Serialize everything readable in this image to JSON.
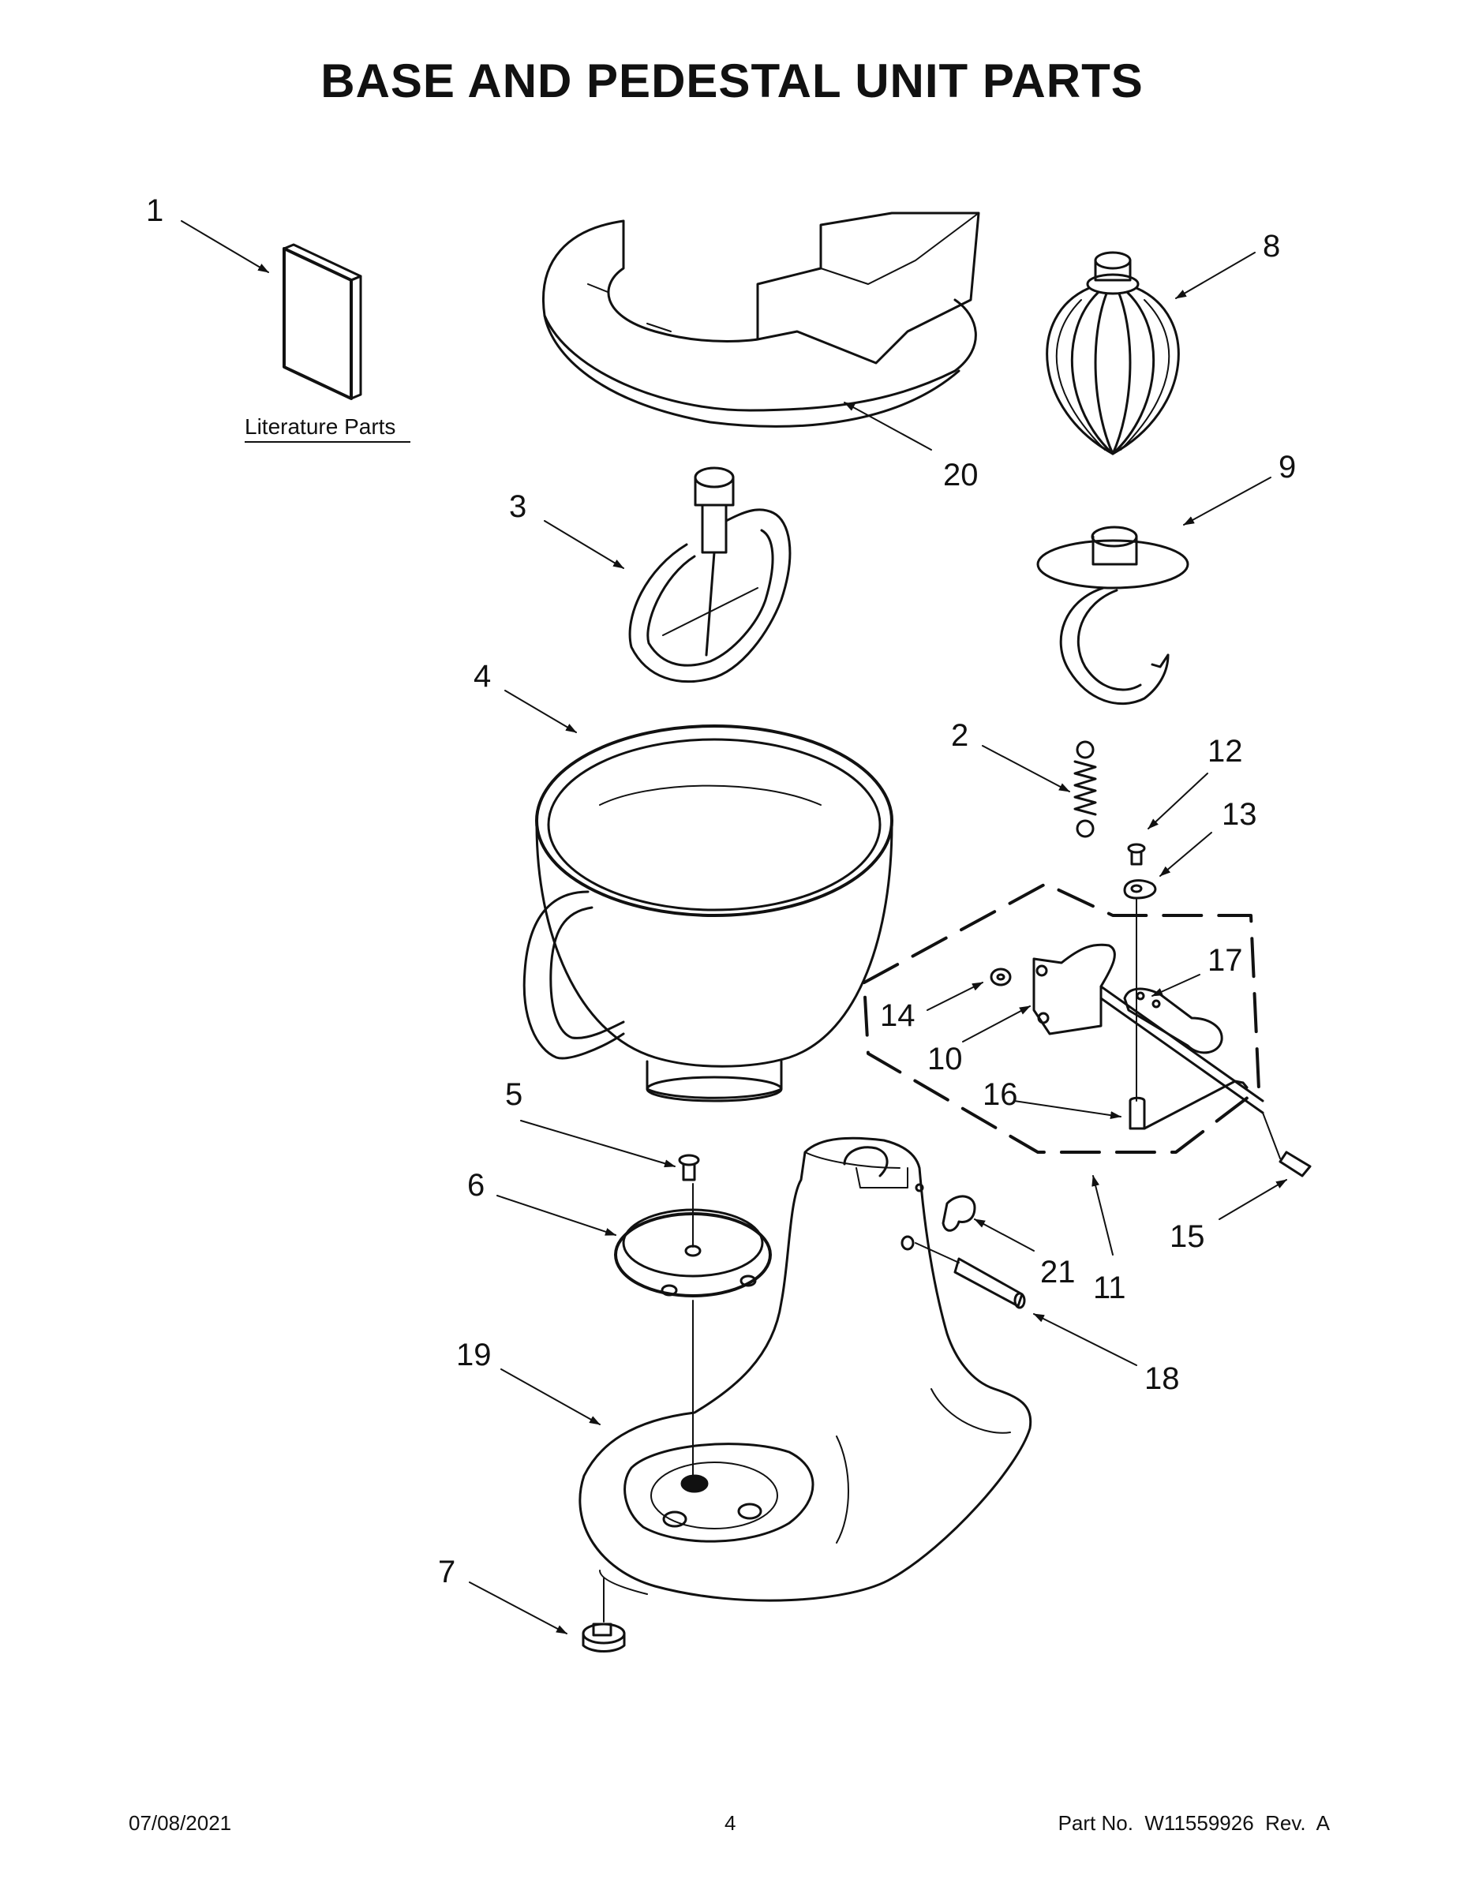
{
  "title": "BASE AND PEDESTAL UNIT PARTS",
  "literature_label": "Literature Parts",
  "callouts": [
    "1",
    "2",
    "3",
    "4",
    "5",
    "6",
    "7",
    "8",
    "9",
    "10",
    "11",
    "12",
    "13",
    "14",
    "15",
    "16",
    "17",
    "18",
    "19",
    "20",
    "21"
  ],
  "footer": {
    "date": "07/08/2021",
    "page": "4",
    "part_no": "Part No.  W11559926  Rev.  A"
  }
}
